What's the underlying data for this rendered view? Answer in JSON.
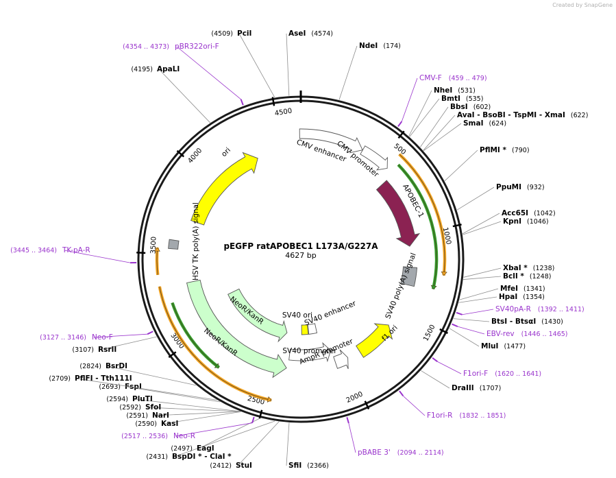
{
  "plasmid": {
    "name": "pEGFP ratAPOBEC1 L173A/G227A",
    "length": 4627,
    "length_text": "4627 bp"
  },
  "branding": {
    "text": "Created by SnapGene"
  },
  "ticks": [
    {
      "pos": 500,
      "label": "500"
    },
    {
      "pos": 1000,
      "label": "1000"
    },
    {
      "pos": 1500,
      "label": "1500"
    },
    {
      "pos": 2000,
      "label": "2000"
    },
    {
      "pos": 2500,
      "label": "2500"
    },
    {
      "pos": 3000,
      "label": "3000"
    },
    {
      "pos": 3500,
      "label": "3500"
    },
    {
      "pos": 4000,
      "label": "4000"
    },
    {
      "pos": 4500,
      "label": "4500"
    }
  ],
  "enzymes": [
    {
      "pos": 4509,
      "name": "PciI",
      "pos_text": "(4509)",
      "side": "left"
    },
    {
      "pos": 4574,
      "name": "AseI",
      "pos_text": "(4574)",
      "side": "right"
    },
    {
      "pos": 174,
      "name": "NdeI",
      "pos_text": "(174)",
      "side": "right"
    },
    {
      "pos": 531,
      "name": "NheI",
      "pos_text": "(531)",
      "side": "right"
    },
    {
      "pos": 535,
      "name": "BmtI",
      "pos_text": "(535)",
      "side": "right"
    },
    {
      "pos": 602,
      "name": "BbsI",
      "pos_text": "(602)",
      "side": "right"
    },
    {
      "pos": 622,
      "name": "AvaI  - BsoBI  - TspMI  - XmaI",
      "pos_text": "(622)",
      "side": "right"
    },
    {
      "pos": 624,
      "name": "SmaI",
      "pos_text": "(624)",
      "side": "right"
    },
    {
      "pos": 790,
      "name": "PflMI *",
      "pos_text": "(790)",
      "side": "right"
    },
    {
      "pos": 932,
      "name": "PpuMI",
      "pos_text": "(932)",
      "side": "right"
    },
    {
      "pos": 1042,
      "name": "Acc65I",
      "pos_text": "(1042)",
      "side": "right"
    },
    {
      "pos": 1046,
      "name": "KpnI",
      "pos_text": "(1046)",
      "side": "right"
    },
    {
      "pos": 1238,
      "name": "XbaI *",
      "pos_text": "(1238)",
      "side": "right"
    },
    {
      "pos": 1248,
      "name": "BclI *",
      "pos_text": "(1248)",
      "side": "right"
    },
    {
      "pos": 1341,
      "name": "MfeI",
      "pos_text": "(1341)",
      "side": "right"
    },
    {
      "pos": 1354,
      "name": "HpaI",
      "pos_text": "(1354)",
      "side": "right"
    },
    {
      "pos": 1430,
      "name": "BtsI  - BtsαI",
      "pos_text": "(1430)",
      "side": "right"
    },
    {
      "pos": 1477,
      "name": "MluI",
      "pos_text": "(1477)",
      "side": "right"
    },
    {
      "pos": 1707,
      "name": "DraIII",
      "pos_text": "(1707)",
      "side": "right"
    },
    {
      "pos": 2366,
      "name": "SfiI",
      "pos_text": "(2366)",
      "side": "right"
    },
    {
      "pos": 2412,
      "name": "StuI",
      "pos_text": "(2412)",
      "side": "left"
    },
    {
      "pos": 2431,
      "name": "BspDI *  - ClaI *",
      "pos_text": "(2431)",
      "side": "left"
    },
    {
      "pos": 2497,
      "name": "EagI",
      "pos_text": "(2497)",
      "side": "left"
    },
    {
      "pos": 2590,
      "name": "KasI",
      "pos_text": "(2590)",
      "side": "left"
    },
    {
      "pos": 2591,
      "name": "NarI",
      "pos_text": "(2591)",
      "side": "left"
    },
    {
      "pos": 2592,
      "name": "SfoI",
      "pos_text": "(2592)",
      "side": "left"
    },
    {
      "pos": 2594,
      "name": "PluTI",
      "pos_text": "(2594)",
      "side": "left"
    },
    {
      "pos": 2693,
      "name": "FspI",
      "pos_text": "(2693)",
      "side": "left"
    },
    {
      "pos": 2709,
      "name": "PflFI  - Tth111I",
      "pos_text": "(2709)",
      "side": "left"
    },
    {
      "pos": 2824,
      "name": "BsrDI",
      "pos_text": "(2824)",
      "side": "left"
    },
    {
      "pos": 3107,
      "name": "RsrII",
      "pos_text": "(3107)",
      "side": "left"
    },
    {
      "pos": 4195,
      "name": "ApaLI",
      "pos_text": "(4195)",
      "side": "left"
    }
  ],
  "primers": [
    {
      "pos": 466,
      "name": "CMV-F",
      "range": "(459 .. 479)",
      "side": "right"
    },
    {
      "pos": 1400,
      "name": "SV40pA-R",
      "range": "(1392 .. 1411)",
      "side": "right"
    },
    {
      "pos": 1455,
      "name": "EBV-rev",
      "range": "(1446 .. 1465)",
      "side": "right"
    },
    {
      "pos": 1630,
      "name": "F1ori-F",
      "range": "(1620 .. 1641)",
      "side": "right"
    },
    {
      "pos": 1840,
      "name": "F1ori-R",
      "range": "(1832 .. 1851)",
      "side": "right"
    },
    {
      "pos": 2104,
      "name": "pBABE 3'",
      "range": "(2094 .. 2114)",
      "side": "right"
    },
    {
      "pos": 2526,
      "name": "Neo-R",
      "range": "(2517 .. 2536)",
      "side": "left"
    },
    {
      "pos": 3136,
      "name": "Neo-F",
      "range": "(3127 .. 3146)",
      "side": "left"
    },
    {
      "pos": 3455,
      "name": "TK-pA-R",
      "range": "(3445 .. 3464)",
      "side": "left"
    },
    {
      "pos": 4363,
      "name": "pBR322ori-F",
      "range": "(4354 .. 4373)",
      "side": "left"
    }
  ],
  "features": [
    {
      "name": "CMV enhancer",
      "color": "#ffffff"
    },
    {
      "name": "CMV promoter",
      "color": "#ffffff"
    },
    {
      "name": "APOBEC-1",
      "color": "#8b2252"
    },
    {
      "name": "SV40 poly(A) signal",
      "color": "#a3a8ad"
    },
    {
      "name": "f1 ori",
      "color": "#ffff00"
    },
    {
      "name": "AmpR promoter",
      "color": "#ffffff"
    },
    {
      "name": "SV40 promoter",
      "color": "#ffffff"
    },
    {
      "name": "SV40 ori",
      "color": "#ffff00"
    },
    {
      "name": "SV40 enhancer",
      "color": "#ffffff"
    },
    {
      "name": "NeoR/KanR",
      "color": "#ccffcc"
    },
    {
      "name": "HSV TK poly(A) signal",
      "color": "#a3a8ad"
    },
    {
      "name": "ori",
      "color": "#ffff00"
    }
  ],
  "colors": {
    "primer": "#9933cc",
    "orange_band": "#f5a623",
    "green_band": "#33a02c"
  }
}
